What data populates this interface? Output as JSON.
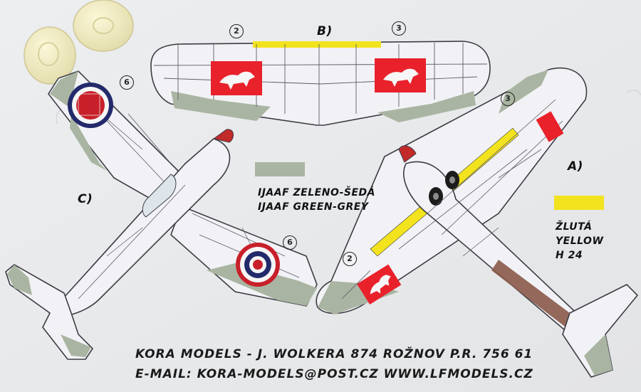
{
  "views": {
    "a": "A)",
    "b": "B)",
    "c": "C)"
  },
  "callouts": {
    "b_left": "2",
    "b_right": "3",
    "c_wing_upper": "6",
    "c_wing_lower": "6",
    "a_wing_right": "3",
    "a_wing_left": "2"
  },
  "legend": {
    "green_grey": {
      "color": "#a9b5a2",
      "label_cz": "IJAAF ZELENO-ŠEDÁ",
      "label_en": "IJAAF GREEN-GREY"
    },
    "yellow": {
      "color": "#f2e31e",
      "label_cz": "ŽLUTÁ",
      "label_en": "YELLOW",
      "code": "H 24"
    }
  },
  "footer": {
    "line1": "KORA MODELS -  J. WOLKERA 874 ROŽNOV P.R. 756 61",
    "line2": "E-MAIL: KORA-MODELS@POST.CZ   WWW.LFMODELS.CZ"
  },
  "colors": {
    "aircraft_body": "#f2f2f6",
    "panel_line": "#4a4a52",
    "roundel_blue": "#232a6b",
    "roundel_red": "#c8202a",
    "insignia_red": "#e8212b",
    "resin_wheels": "#f1ecc0",
    "background": "#e9eaec"
  }
}
